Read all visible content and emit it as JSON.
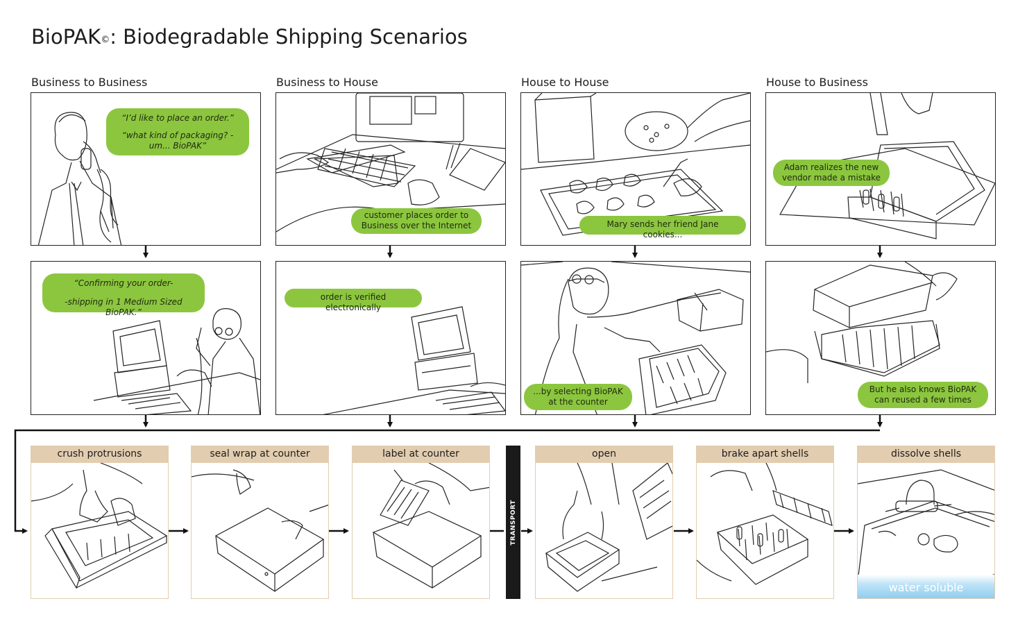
{
  "title": {
    "main": "BioPAK",
    "mark": "©",
    "rest": ": Biodegradable Shipping Scenarios"
  },
  "columns": [
    {
      "label": "Business to Business"
    },
    {
      "label": "Business to House"
    },
    {
      "label": "House to House"
    },
    {
      "label": "House to Business"
    }
  ],
  "bubbles": {
    "b2b_top_line1": "“I’d like to place an order.”",
    "b2b_top_line2": "“what kind of packaging? - um... BioPAK”",
    "b2b_bottom_line1": "“Confirming your order-",
    "b2b_bottom_line2": "-shipping in 1 Medium Sized BioPAK.”",
    "b2h_top": "customer places order to Business over the Internet",
    "b2h_bottom": "order is verified electronically",
    "h2h_top": "Mary sends her friend Jane cookies...",
    "h2h_bottom": "...by selecting BioPAK at the counter",
    "h2b_top": "Adam realizes the new vendor made a mistake",
    "h2b_bottom": "But he also knows BioPAK can reused a few times"
  },
  "steps": [
    {
      "label": "crush protrusions"
    },
    {
      "label": "seal wrap at counter"
    },
    {
      "label": "label at counter"
    },
    {
      "label": "open"
    },
    {
      "label": "brake apart shells"
    },
    {
      "label": "dissolve shells"
    }
  ],
  "transport_label": "TRANSPORT",
  "water_label": "water soluble",
  "colors": {
    "bubble": "#8cc63f",
    "step_header": "#e2cdb0",
    "water": "#8fcff0"
  }
}
